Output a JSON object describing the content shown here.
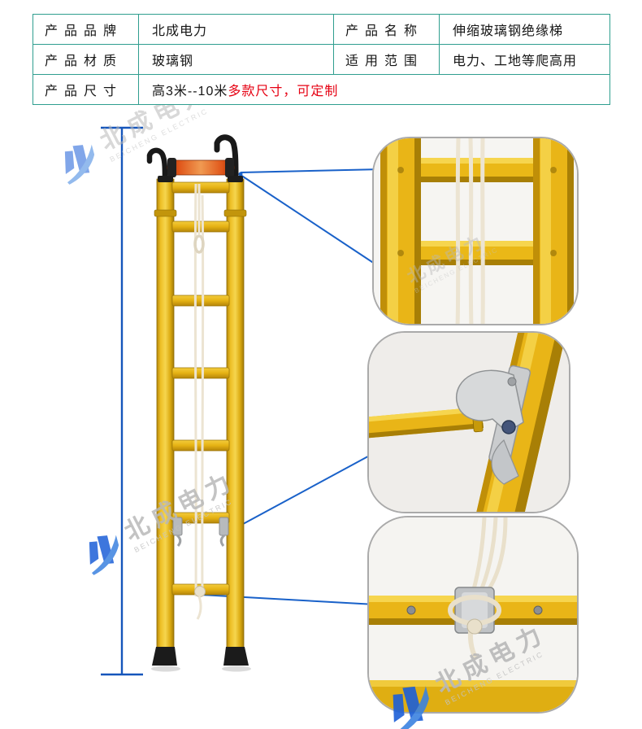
{
  "spec_table": {
    "rows": [
      {
        "c0": "产品品牌",
        "c1": "北成电力",
        "c2": "产品名称",
        "c3": "伸缩玻璃钢绝缘梯"
      },
      {
        "c0": "产品材质",
        "c1": "玻璃钢",
        "c2": "适用范围",
        "c3": "电力、工地等爬高用"
      },
      {
        "c0": "产品尺寸",
        "c1_black": "高3米--10米",
        "c1_red": "多款尺寸，可定制"
      }
    ]
  },
  "watermark": {
    "cn": "北成电力",
    "en": "BEICHENG ELECTRIC"
  },
  "colors": {
    "table_border_teal": "#2f9e8f",
    "highlight_red": "#e60012",
    "measure_blue": "#1656bb",
    "callout_blue": "#1961c9",
    "ladder_yellow": "#e9b517",
    "handle_orange": "#e0561a",
    "brand_blue": "#1c5fd8"
  }
}
